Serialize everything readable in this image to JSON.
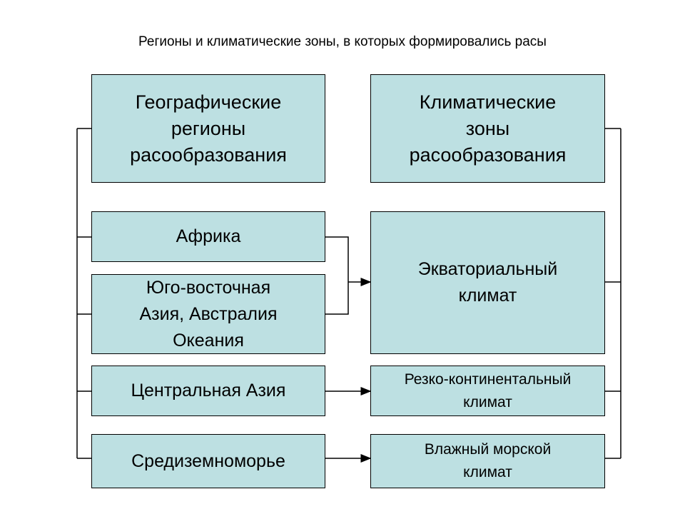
{
  "title": "Регионы и климатические зоны, в которых формировались расы",
  "left": {
    "header": "Географические\nрегионы\nрасообразования",
    "items": [
      "Африка",
      "Юго-восточная\nАзия, Австралия\nОкеания",
      "Центральная Азия",
      "Средиземноморье"
    ]
  },
  "right": {
    "header": "Климатические\nзоны\nрасообразования",
    "items": [
      "Экваториальный\nклимат",
      "Резко-континентальный\nклимат",
      "Влажный морской\nклимат"
    ]
  },
  "colors": {
    "box_fill": "#bde0e2",
    "border": "#000000"
  }
}
